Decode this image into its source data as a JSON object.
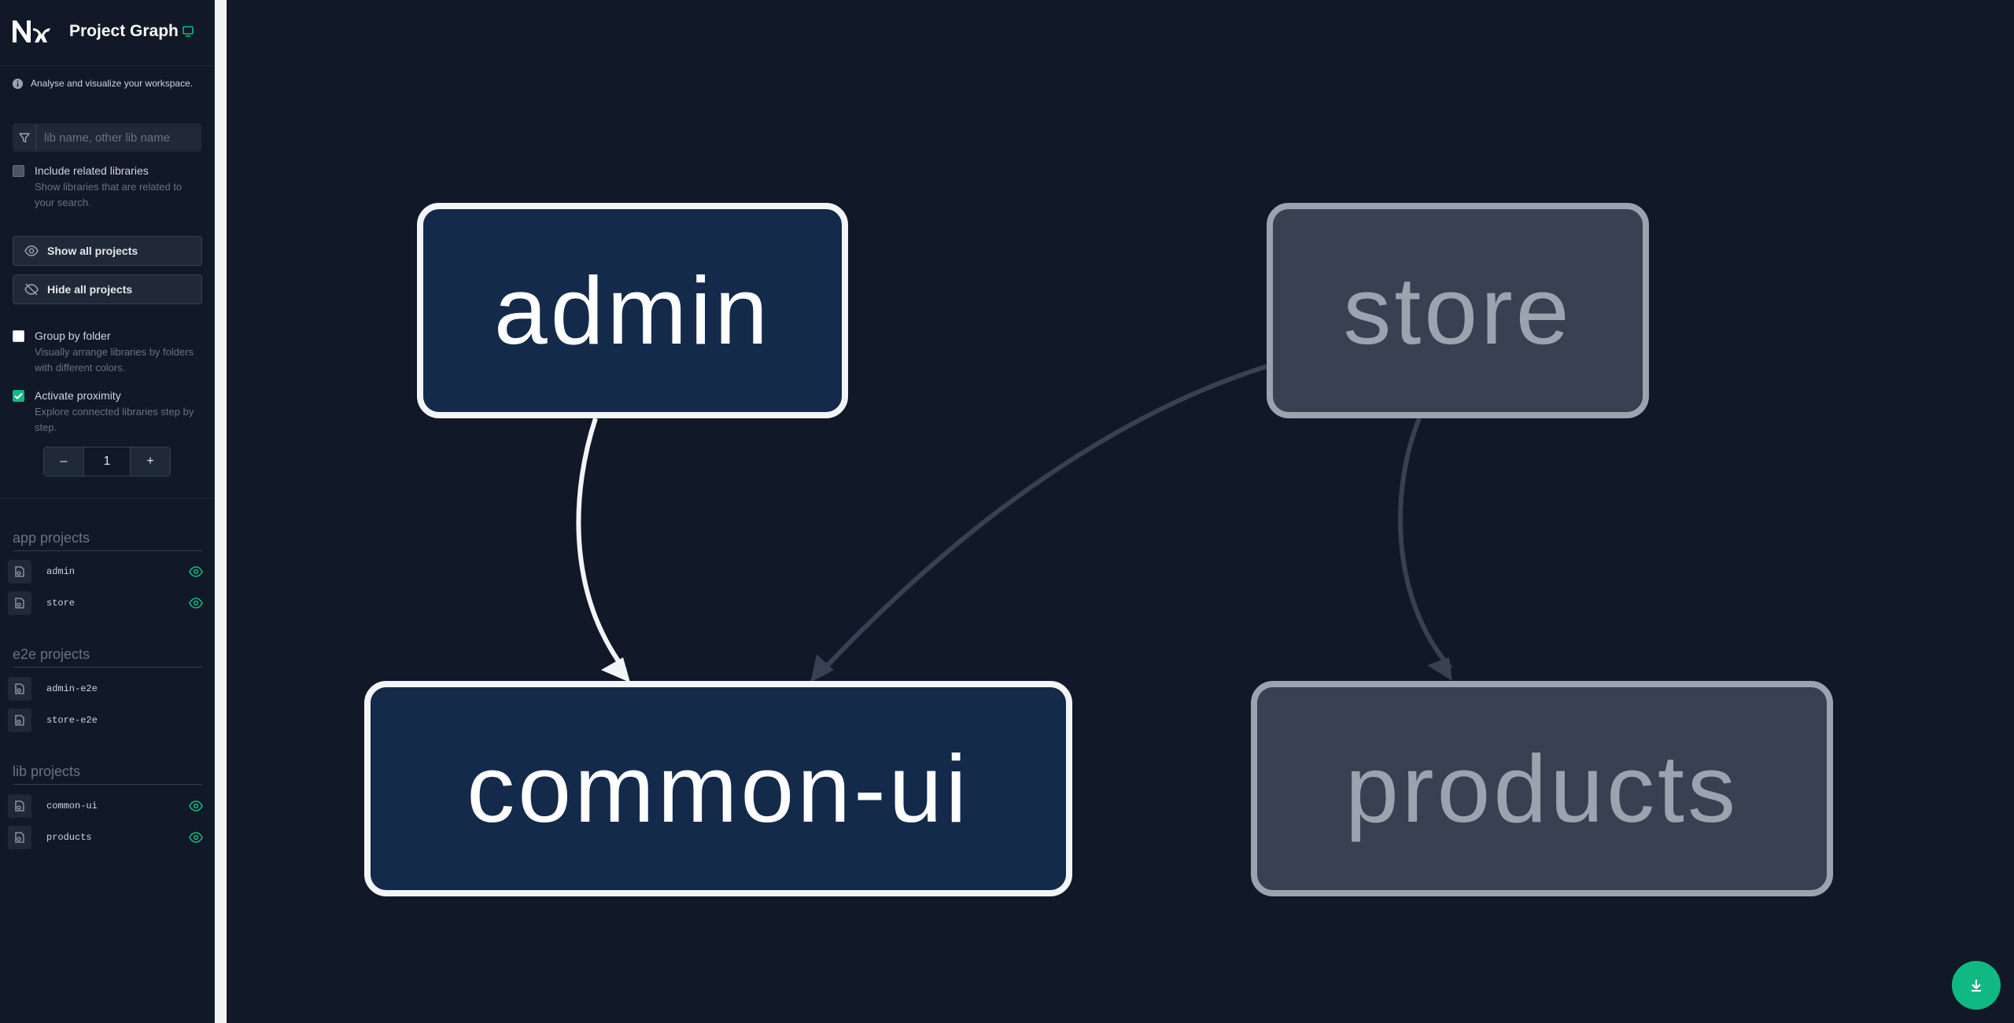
{
  "header": {
    "title": "Project Graph"
  },
  "info": {
    "text": "Analyse and visualize your workspace."
  },
  "search": {
    "placeholder": "lib name, other lib name",
    "value": ""
  },
  "options": {
    "include_related": {
      "label": "Include related libraries",
      "description": "Show libraries that are related to your search.",
      "checked": false
    },
    "group_by_folder": {
      "label": "Group by folder",
      "description": "Visually arrange libraries by folders with different colors.",
      "checked": false
    },
    "activate_proximity": {
      "label": "Activate proximity",
      "description": "Explore connected libraries step by step.",
      "checked": true
    }
  },
  "buttons": {
    "show_all": "Show all projects",
    "hide_all": "Hide all projects"
  },
  "proximity": {
    "decrement": "–",
    "value": "1",
    "increment": "+"
  },
  "groups": {
    "app": {
      "title": "app projects",
      "projects": [
        {
          "name": "admin",
          "visible": true
        },
        {
          "name": "store",
          "visible": true
        }
      ]
    },
    "e2e": {
      "title": "e2e projects",
      "projects": [
        {
          "name": "admin-e2e",
          "visible": false
        },
        {
          "name": "store-e2e",
          "visible": false
        }
      ]
    },
    "lib": {
      "title": "lib projects",
      "projects": [
        {
          "name": "common-ui",
          "visible": true
        },
        {
          "name": "products",
          "visible": true
        }
      ]
    }
  },
  "graph": {
    "nodes": [
      {
        "id": "admin",
        "label": "admin",
        "state": "active"
      },
      {
        "id": "store",
        "label": "store",
        "state": "dimmed"
      },
      {
        "id": "common-ui",
        "label": "common-ui",
        "state": "active"
      },
      {
        "id": "products",
        "label": "products",
        "state": "dimmed"
      }
    ],
    "edges": [
      {
        "from": "admin",
        "to": "common-ui",
        "state": "active"
      },
      {
        "from": "store",
        "to": "common-ui",
        "state": "dimmed"
      },
      {
        "from": "store",
        "to": "products",
        "state": "dimmed"
      }
    ]
  },
  "colors": {
    "accent": "#10b981",
    "background": "#111827",
    "active_node": "#132a4b",
    "dimmed_node": "#374151"
  },
  "icons": {
    "download": "download-icon",
    "monitor": "monitor-icon",
    "info": "info-icon",
    "filter": "filter-icon",
    "eye": "eye-icon",
    "eye_off": "eye-off-icon",
    "folder": "folder-icon"
  }
}
